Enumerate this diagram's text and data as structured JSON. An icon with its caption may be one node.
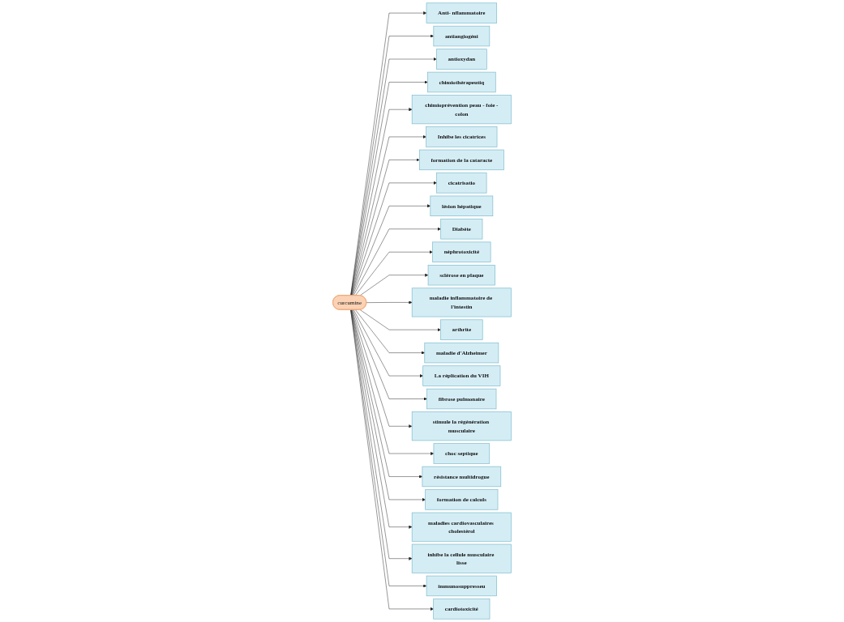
{
  "diagram": {
    "nodes": [
      {
        "text": [
          "Anti- nflammatoire"
        ]
      },
      {
        "text": [
          "antiangiogéni"
        ]
      },
      {
        "text": [
          "antioxydan"
        ]
      },
      {
        "text": [
          "chimiothérapeutiq"
        ]
      },
      {
        "text": [
          "chimioprévention peau - foie -colon"
        ]
      },
      {
        "text": [
          "Inhibe les cicatrices"
        ]
      },
      {
        "text": [
          "formation de la cataracte"
        ]
      },
      {
        "text": [
          "cicatrisatio"
        ]
      },
      {
        "text": [
          "lésion hépatique"
        ]
      },
      {
        "text": [
          "Diabète"
        ]
      },
      {
        "text": [
          "néphrotoxicité"
        ]
      },
      {
        "text": [
          "sclérose en plaque"
        ]
      },
      {
        "text": [
          "maladie inflammatoire de l'intestin"
        ]
      },
      {
        "text": [
          "curcumine"
        ]
      },
      {
        "text": [
          "arthrite"
        ]
      },
      {
        "text": [
          "maladie d'Alzheimer"
        ]
      },
      {
        "text": [
          "La réplication du VIH"
        ]
      },
      {
        "text": [
          "fibrose pulmonaire"
        ]
      },
      {
        "text": [
          "stimule la régénération musculaire"
        ]
      },
      {
        "text": [
          "choc septique"
        ]
      },
      {
        "text": [
          "résistance multidrogue"
        ]
      },
      {
        "text": [
          "formation de calculs"
        ]
      },
      {
        "text": [
          "maladies cardiovasculaires cholestérol"
        ]
      },
      {
        "text": [
          "inhibe la cellule musculaire lisse"
        ]
      },
      {
        "text": [
          "immunosuppresseu"
        ]
      },
      {
        "text": [
          "cardiotoxicité"
        ]
      }
    ],
    "edges": [
      {
        "from": 13,
        "to": 0,
        "arrow": "to"
      },
      {
        "from": 13,
        "to": 1,
        "arrow": "to"
      },
      {
        "from": 13,
        "to": 2,
        "arrow": "to"
      },
      {
        "from": 13,
        "to": 3,
        "arrow": "to"
      },
      {
        "from": 13,
        "to": 4,
        "arrow": "to"
      },
      {
        "from": 13,
        "to": 5,
        "arrow": "to"
      },
      {
        "from": 13,
        "to": 6,
        "arrow": "to"
      },
      {
        "from": 13,
        "to": 7,
        "arrow": "to"
      },
      {
        "from": 13,
        "to": 8,
        "arrow": "to"
      },
      {
        "from": 13,
        "to": 9,
        "arrow": "to"
      },
      {
        "from": 13,
        "to": 10,
        "arrow": "to"
      },
      {
        "from": 13,
        "to": 11,
        "arrow": "to"
      },
      {
        "from": 13,
        "to": 12,
        "arrow": "to"
      },
      {
        "from": 13,
        "to": 14,
        "arrow": "to"
      },
      {
        "from": 13,
        "to": 15,
        "arrow": "to"
      },
      {
        "from": 13,
        "to": 16,
        "arrow": "to"
      },
      {
        "from": 13,
        "to": 17,
        "arrow": "to"
      },
      {
        "from": 13,
        "to": 18,
        "arrow": "to"
      },
      {
        "from": 13,
        "to": 19,
        "arrow": "to"
      },
      {
        "from": 13,
        "to": 20,
        "arrow": "to"
      },
      {
        "from": 13,
        "to": 21,
        "arrow": "to"
      },
      {
        "from": 13,
        "to": 22,
        "arrow": "to"
      },
      {
        "from": 13,
        "to": 23,
        "arrow": "to"
      },
      {
        "from": 13,
        "to": 24,
        "arrow": "to"
      },
      {
        "from": 13,
        "to": 25,
        "arrow": "to"
      }
    ]
  }
}
